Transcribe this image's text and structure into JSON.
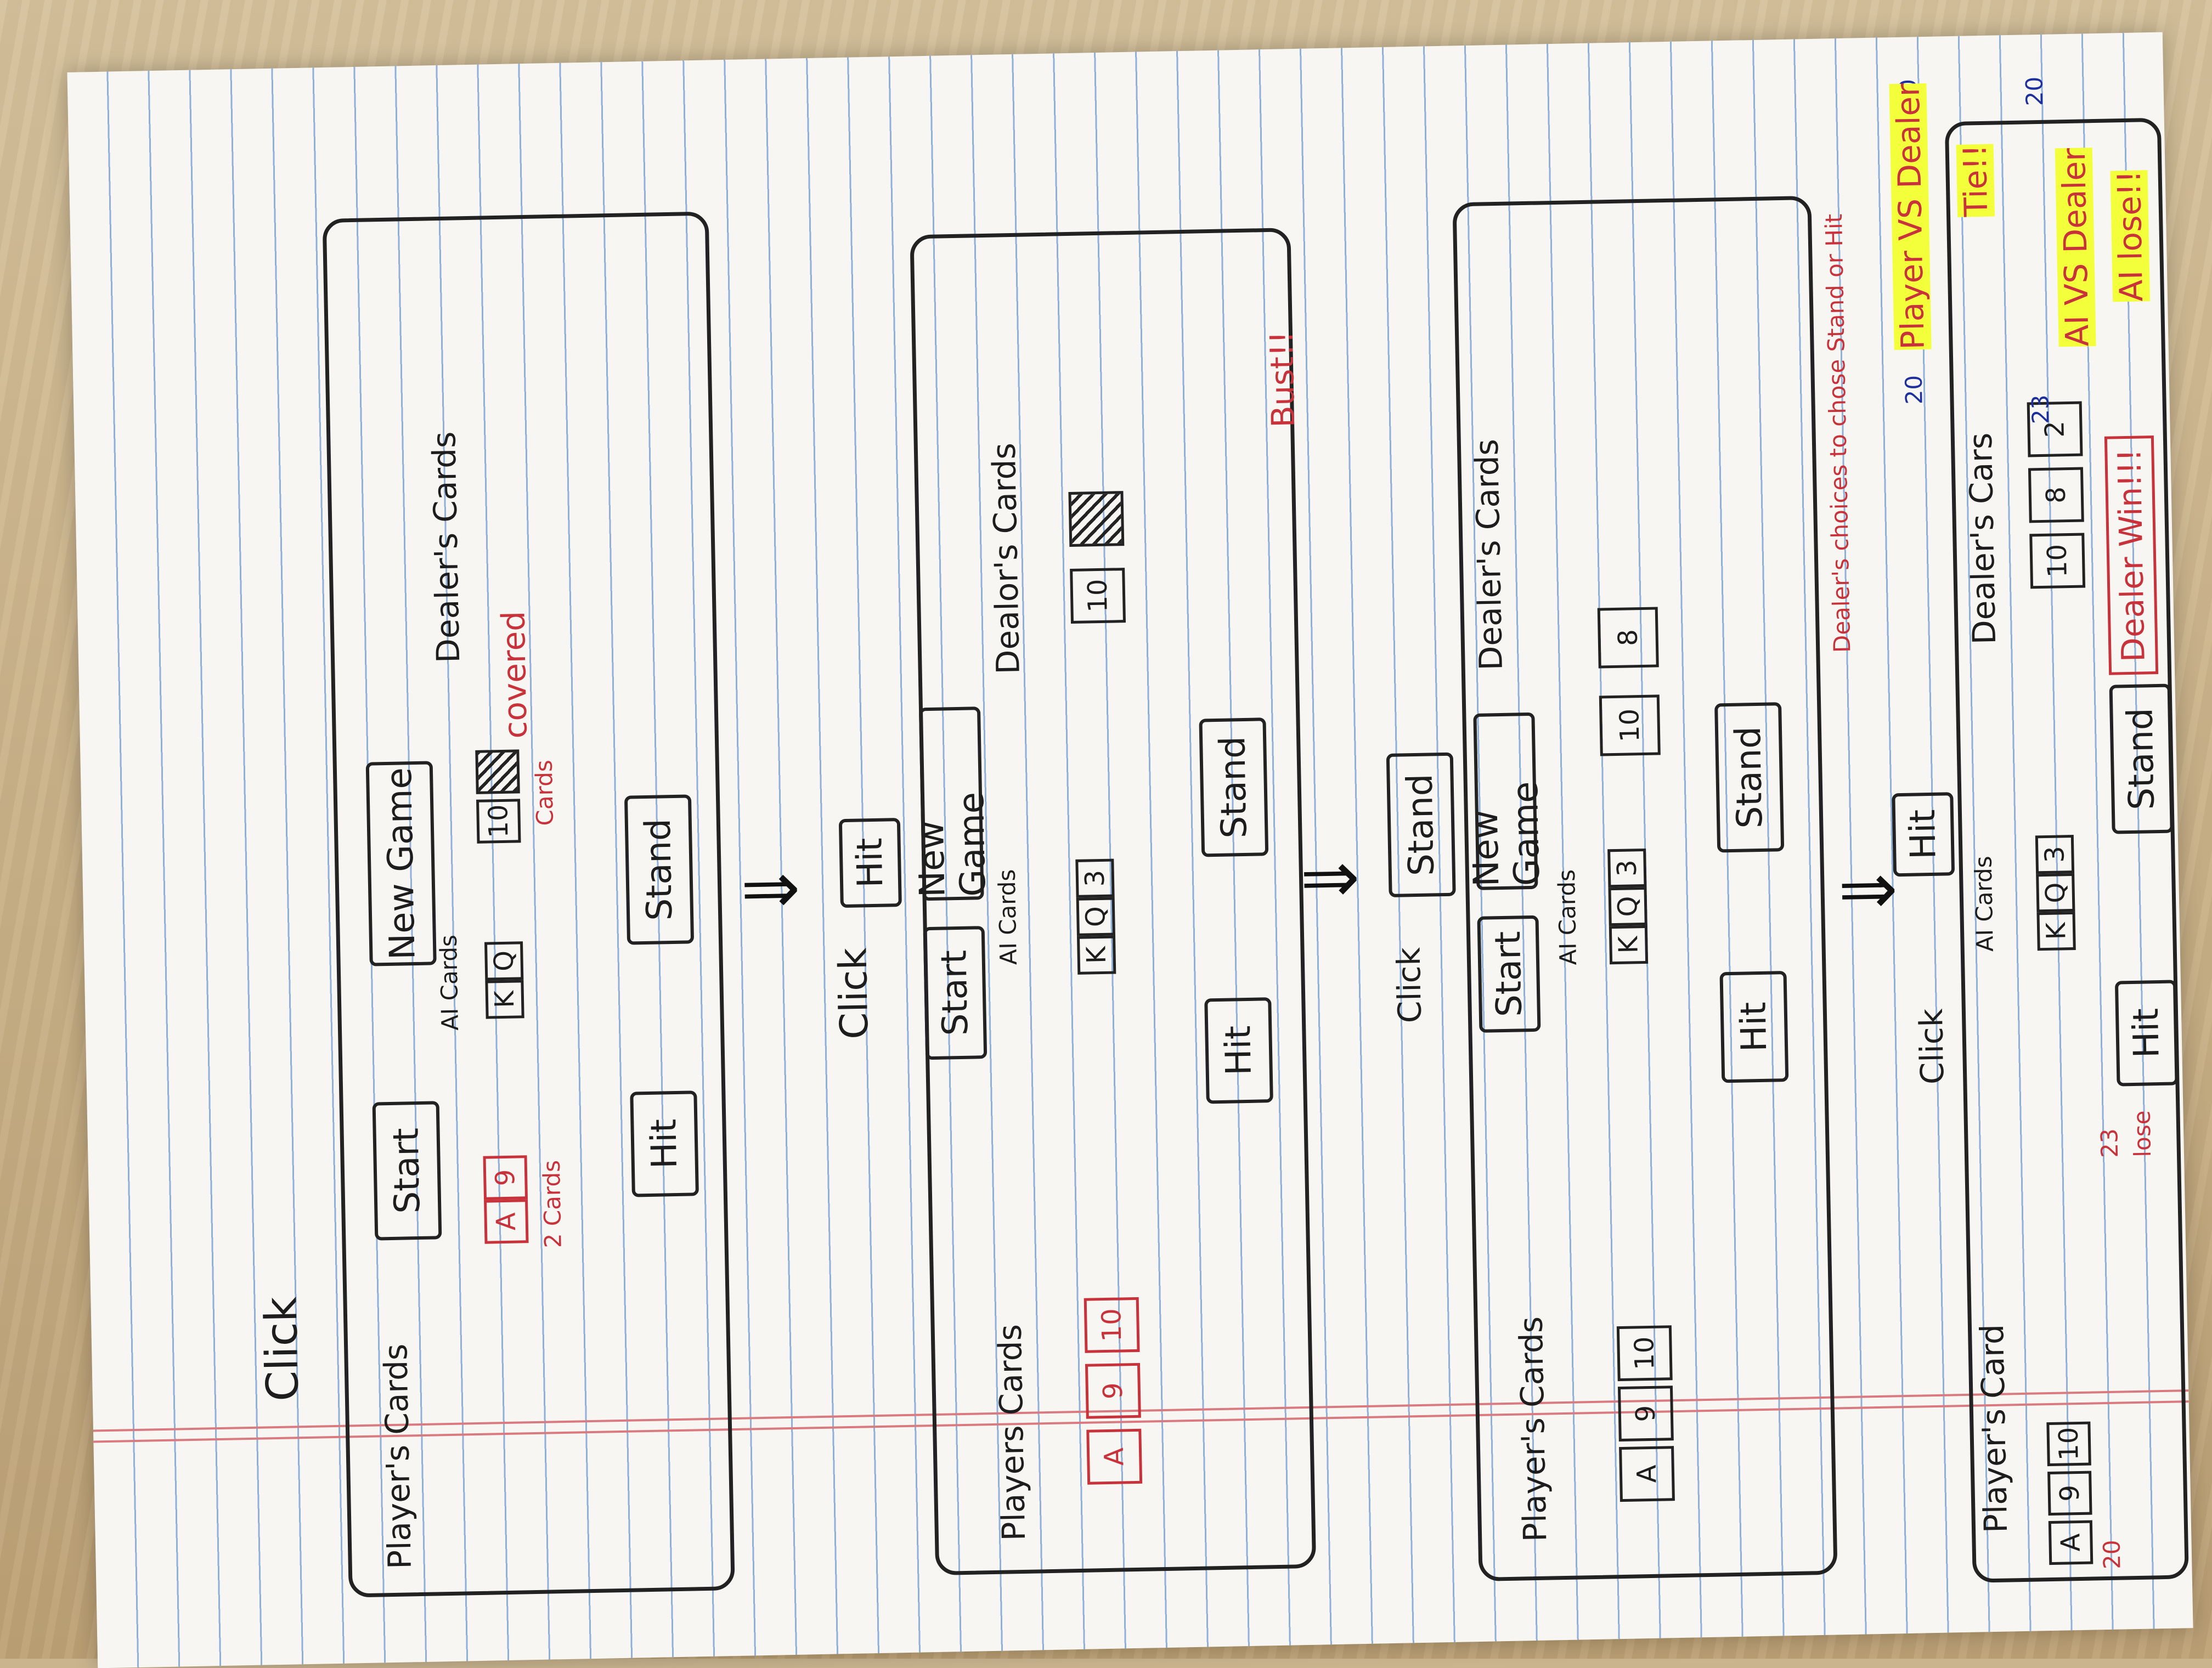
{
  "panels": [
    {
      "click_label": "Click",
      "buttons": {
        "start": "Start",
        "new_game": "New Game",
        "hit": "Hit",
        "stand": "Stand"
      },
      "player_label": "Player's Cards",
      "ai_label": "AI Cards",
      "dealer_label": "Dealer's Cards",
      "player_cards": [
        "A",
        "9"
      ],
      "ai_cards": [
        "K",
        "Q"
      ],
      "dealer_cards": [
        "10"
      ],
      "notes": {
        "two_cards": "2 Cards",
        "covered": "covered",
        "cards": "Cards"
      }
    },
    {
      "click_label": "Click",
      "buttons": {
        "hit_top": "Hit",
        "start": "Start",
        "new_game": "New Game",
        "hit": "Hit",
        "stand": "Stand"
      },
      "player_label": "Players Cards",
      "ai_label": "AI Cards",
      "dealer_label": "Dealor's Cards",
      "player_cards": [
        "A",
        "9",
        "10"
      ],
      "ai_cards": [
        "K",
        "Q",
        "3"
      ],
      "dealer_cards": [
        "10"
      ],
      "notes": {
        "bust": "Bust!!"
      }
    },
    {
      "click_label": "Click",
      "buttons": {
        "stand_top": "Stand",
        "start": "Start",
        "new_game": "New Game",
        "hit": "Hit",
        "stand": "Stand"
      },
      "player_label": "Player's Cards",
      "ai_label": "AI Cards",
      "dealer_label": "Dealer's Cards",
      "player_cards": [
        "A",
        "9",
        "10"
      ],
      "ai_cards": [
        "K",
        "Q",
        "3"
      ],
      "dealer_cards": [
        "10",
        "8"
      ],
      "notes": {
        "dealer_choice": "Dealer's choices to chose Stand or Hit"
      }
    },
    {
      "click_label": "Click",
      "buttons": {
        "hit_top": "Hit",
        "hit": "Hit",
        "stand": "Stand"
      },
      "player_label": "Player's Card",
      "ai_label": "AI Cards",
      "dealer_label": "Dealer's Cars",
      "player_cards": [
        "A",
        "9",
        "10"
      ],
      "ai_cards": [
        "K",
        "Q",
        "3"
      ],
      "dealer_cards": [
        "10",
        "8",
        "2"
      ],
      "notes": {
        "dealer_win": "Dealer Win!!!",
        "lose": "lose",
        "score_23": "23",
        "score_20_player": "20",
        "score_20_dealer": "20"
      }
    }
  ],
  "results": {
    "player_score": "20",
    "dealer_score_a": "20",
    "player_vs_dealer": "Player VS Dealer",
    "tie": "Tie!!",
    "ai_score": "23",
    "dealer_score_b": "20",
    "ai_vs_dealer": "AI VS Dealer",
    "ai_lose": "AI lose!!"
  },
  "colors": {
    "ink": "#1d1d1d",
    "red_ink": "#c8323a",
    "highlight": "#f3ff3a",
    "rule_blue": "#8fb0d8",
    "margin_red": "#d97a80"
  }
}
